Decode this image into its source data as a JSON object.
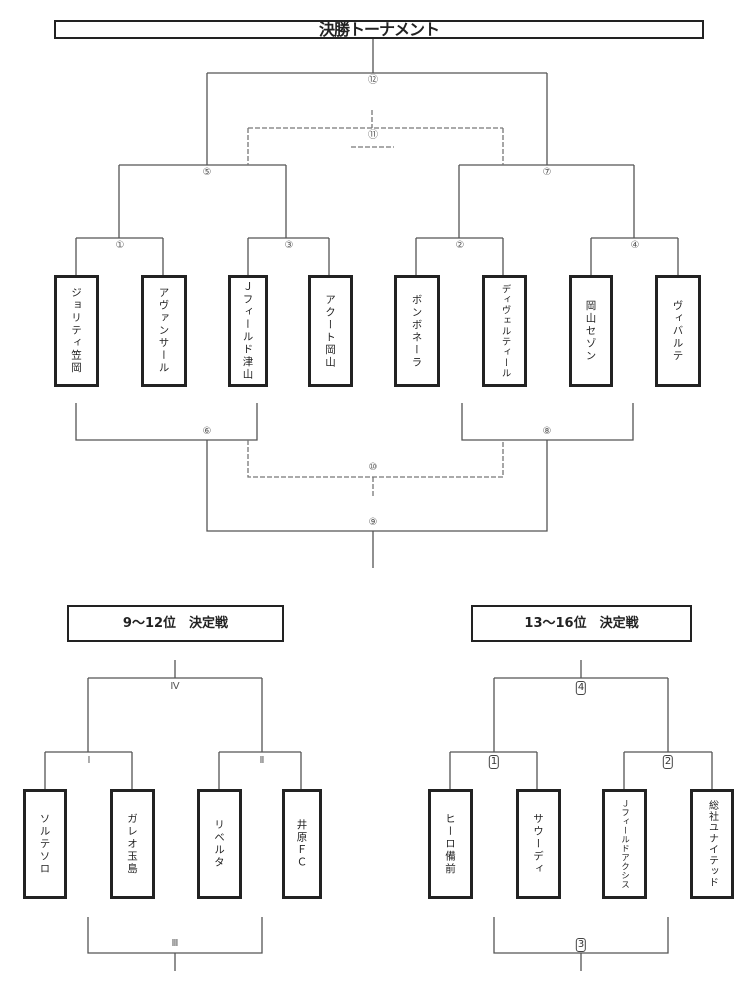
{
  "main_bracket": {
    "title": "決勝トーナメント",
    "teams": [
      "ジョリティ笠岡",
      "アヴァンサール",
      "Ｊフィールド津山",
      "アクート岡山",
      "ボンボネーラ",
      "ディヴェルティール",
      "岡山セゾン",
      "ヴィバルテ"
    ],
    "match_labels": {
      "m1": "①",
      "m2": "②",
      "m3": "③",
      "m4": "④",
      "m5": "⑤",
      "m6": "⑥",
      "m7": "⑦",
      "m8": "⑧",
      "m9": "⑨",
      "m10": "⑩",
      "m11": "⑪",
      "m12": "⑫"
    }
  },
  "bracket_9_12": {
    "title": "9〜12位　決定戦",
    "teams": [
      "ソルテソロ",
      "ガレオ玉島",
      "リベルタ",
      "井原ＦＣ"
    ],
    "match_labels": {
      "m1": "Ⅰ",
      "m2": "Ⅱ",
      "m3": "Ⅲ",
      "m4": "Ⅳ"
    }
  },
  "bracket_13_16": {
    "title": "13〜16位　決定戦",
    "teams": [
      "ヒーロ備前",
      "サウーディ",
      "Ｊフィールドアクシス",
      "総社ユナイテッド"
    ],
    "match_labels": {
      "m1": "1",
      "m2": "2",
      "m3": "3",
      "m4": "4"
    }
  }
}
